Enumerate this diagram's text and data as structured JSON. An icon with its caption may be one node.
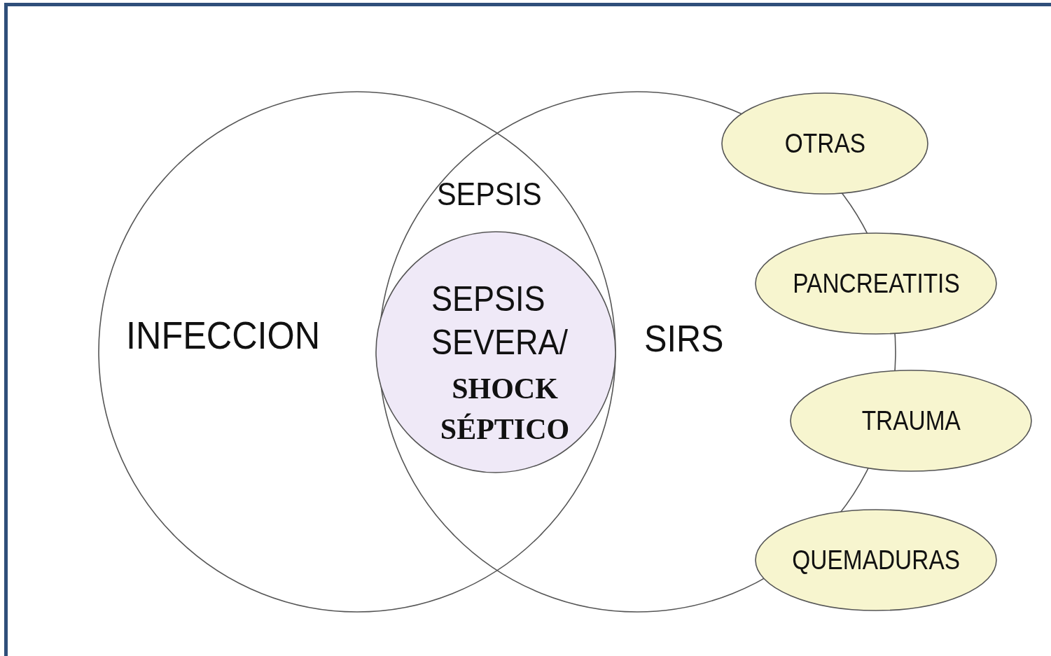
{
  "diagram": {
    "nodes": [
      {
        "text": [
          "INFECCION"
        ]
      },
      {
        "text": [
          "SIRS"
        ]
      },
      {
        "text": [
          "SEPSIS SEVERA/",
          "SHOCK SÉPTICO"
        ]
      },
      {
        "text": [
          "OTRAS"
        ]
      },
      {
        "text": [
          "PANCREATITIS"
        ]
      },
      {
        "text": [
          "TRAUMA"
        ]
      },
      {
        "text": [
          "QUEMADURAS"
        ]
      }
    ],
    "edges": [],
    "labels": [
      "SEPSIS"
    ]
  }
}
